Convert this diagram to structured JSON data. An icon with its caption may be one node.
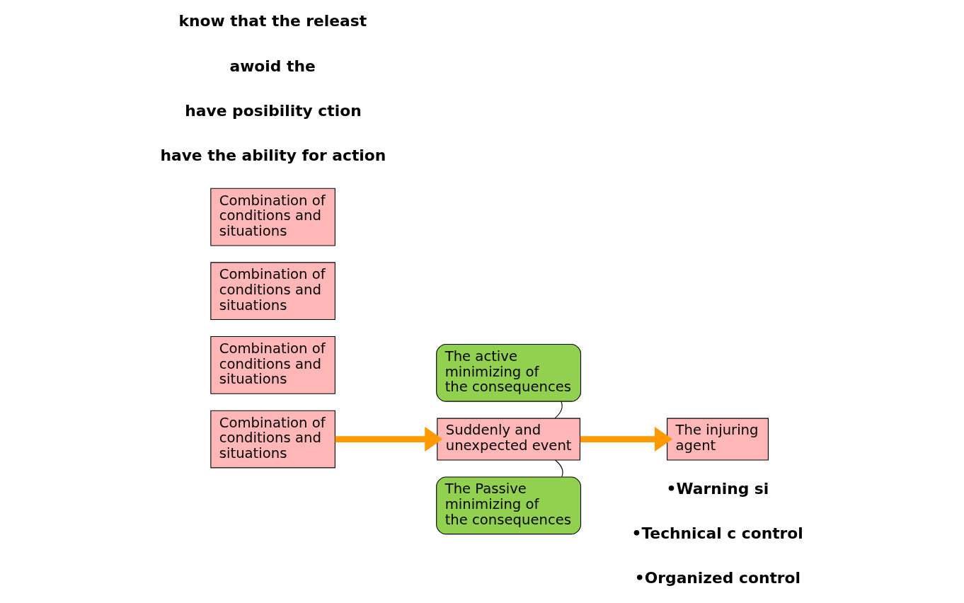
{
  "diagram": {
    "nodes": [
      {
        "text": [
          "Combination of conditions and situations"
        ]
      },
      {
        "text": [
          "Combination of conditions and situations"
        ]
      },
      {
        "text": [
          "Combination of conditions and situations"
        ]
      },
      {
        "text": [
          "Combination of conditions and situations"
        ]
      },
      {
        "text": [
          "Suddenly and unexpected event"
        ]
      },
      {
        "text": [
          "The injuring agent"
        ]
      },
      {
        "text": [
          "The active minimizing of the consequences"
        ]
      },
      {
        "text": [
          "The Passive minimizing of the consequences"
        ]
      }
    ],
    "edges": [
      {
        "from": 3,
        "to": 4,
        "arrow": "to",
        "style": "thick",
        "color": "#ff9900"
      },
      {
        "from": 4,
        "to": 5,
        "arrow": "to",
        "style": "thick",
        "color": "#ff9900"
      },
      {
        "from": 6,
        "to": 4,
        "arrow": "none",
        "color": "#000000"
      },
      {
        "from": 7,
        "to": 4,
        "arrow": "none",
        "color": "#000000"
      }
    ],
    "labels": [
      "know that the releast",
      "awoid the",
      "have posibility ction",
      "have the ability for action",
      "•Warning si",
      "•Technical c control",
      "•Organized control"
    ]
  }
}
